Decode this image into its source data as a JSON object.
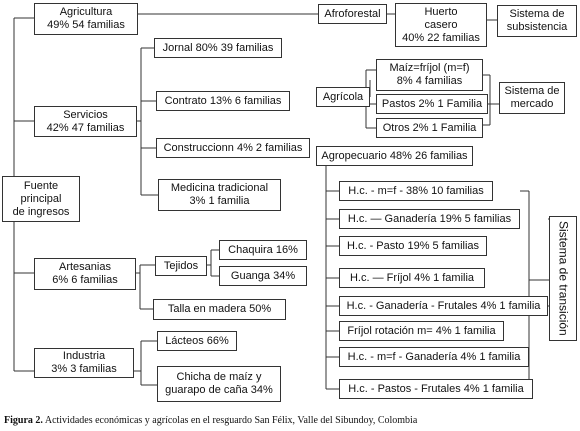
{
  "nodes": {
    "agricultura": [
      "Agricultura",
      "49% 54 familias"
    ],
    "servicios": [
      "Servicios",
      "42% 47 familias"
    ],
    "fuente": [
      "Fuente",
      "principal",
      "de ingresos"
    ],
    "artesanias": [
      "Artesanias",
      "6% 6 familias"
    ],
    "industria": [
      "Industria",
      "3% 3 familias"
    ],
    "jornal": [
      "Jornal 80% 39 familias"
    ],
    "contrato": [
      "Contrato 13% 6 familias"
    ],
    "construccion": [
      "Construccionn 4% 2 familias"
    ],
    "medicina": [
      "Medicina tradicional",
      "3% 1 familia"
    ],
    "tejidos": [
      "Tejidos"
    ],
    "chaquira": [
      "Chaquira 16%"
    ],
    "guanga": [
      "Guanga 34%"
    ],
    "talla": [
      "Talla en madera 50%"
    ],
    "lacteos": [
      "Lácteos 66%"
    ],
    "chicha": [
      "Chicha de maíz y",
      "guarapo de caña 34%"
    ],
    "afroforestal": [
      "Afroforestal"
    ],
    "huerto": [
      "Huerto",
      "casero",
      "40% 22 familias"
    ],
    "subsistencia": [
      "Sistema de",
      "subsistencia"
    ],
    "agricola": [
      "Agrícola"
    ],
    "maiz": [
      "Maíz=fríjol (m=f)",
      "8% 4 familias"
    ],
    "pastos": [
      "Pastos 2% 1 Familia"
    ],
    "otros": [
      "Otros 2% 1 Familia"
    ],
    "mercado": [
      "Sistema de",
      "mercado"
    ],
    "agropecuario": [
      "Agropecuario 48% 26 familias"
    ],
    "hc1": [
      "H.c. - m=f - 38% 10 familias"
    ],
    "hc2": [
      "H.c. — Ganadería 19% 5 familias"
    ],
    "hc3": [
      "H.c. - Pasto 19% 5 familias"
    ],
    "hc4": [
      "H.c. — Fríjol 4% 1 familia"
    ],
    "hc5": [
      "H.c. - Ganadería - Frutales 4% 1 familia"
    ],
    "hc6": [
      "Fríjol rotación m= 4% 1 familia"
    ],
    "hc7": [
      "H.c. - m=f - Ganadería 4% 1 familia"
    ],
    "hc8": [
      "H.c. - Pastos - Frutales 4% 1 familia"
    ],
    "transicion": [
      "Sistema de transición"
    ]
  },
  "caption": {
    "label": "Figura 2.",
    "text": "Actividades económicas y agrícolas en el resguardo San Félix, Valle del Sibundoy, Colombia"
  }
}
